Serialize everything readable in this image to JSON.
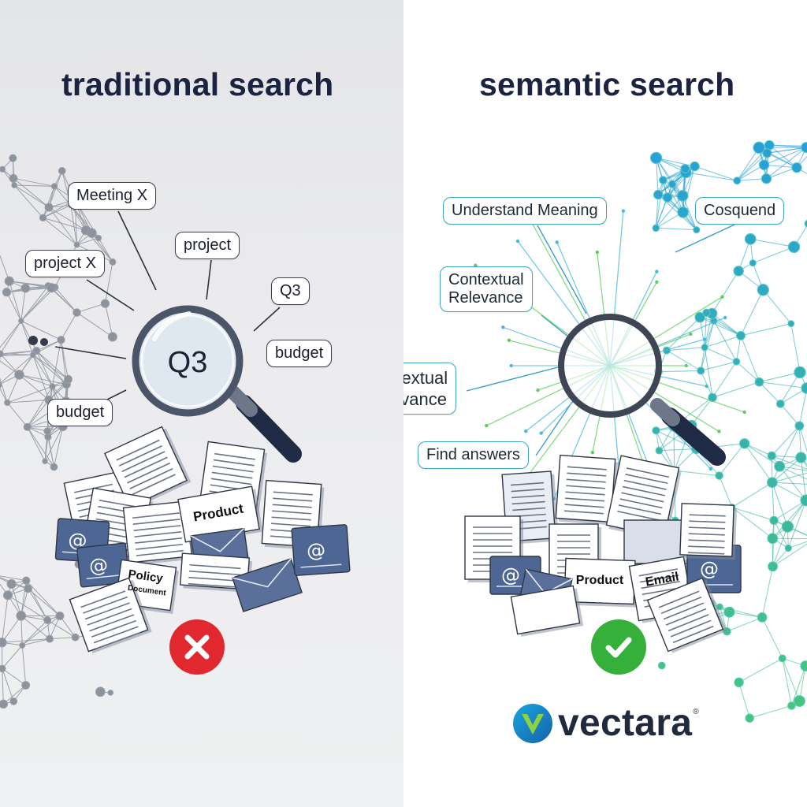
{
  "left": {
    "title": "traditional search",
    "bubbles": [
      "Meeting X",
      "project X",
      "project",
      "Q3",
      "budget",
      "budget"
    ],
    "lens_text": "Q3",
    "doc_labels": [
      "Product",
      "Policy",
      "Document"
    ],
    "result_icon": "cross-icon",
    "result_color": "#e0282e"
  },
  "right": {
    "title": "semantic search",
    "bubbles": [
      "Understand Meaning",
      "Cosquend",
      "Contextual\nRelevance",
      "Contextual\nRelevance",
      "Find answers"
    ],
    "doc_labels": [
      "Product",
      "Email"
    ],
    "result_icon": "check-icon",
    "result_color": "#35b03a",
    "logo": {
      "text": "vectara",
      "mark": "®"
    }
  }
}
